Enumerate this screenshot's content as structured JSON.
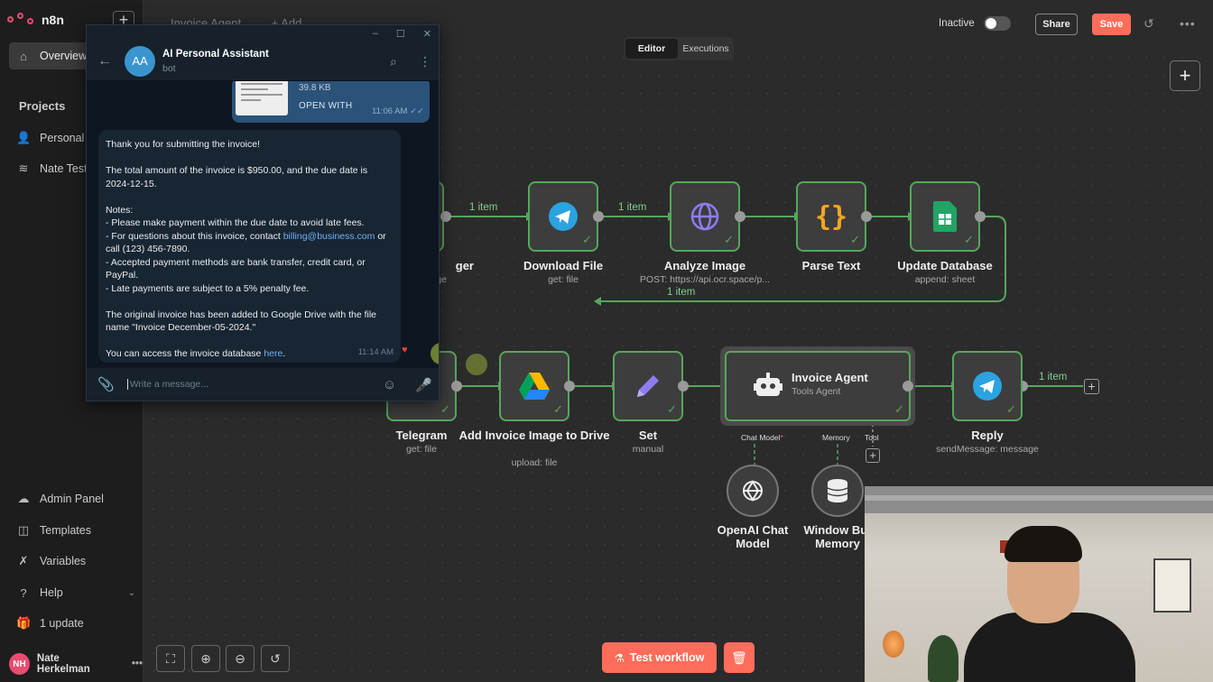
{
  "app": {
    "brand": "n8n"
  },
  "sidebar": {
    "items": [
      {
        "label": "Overview",
        "icon": "home-icon"
      },
      {
        "label": "Personal",
        "icon": "user-icon"
      },
      {
        "label": "Nate Testi",
        "icon": "layers-icon"
      },
      {
        "label": "Admin Panel",
        "icon": "cloud-icon"
      },
      {
        "label": "Templates",
        "icon": "templates-icon"
      },
      {
        "label": "Variables",
        "icon": "variables-icon"
      },
      {
        "label": "Help",
        "icon": "help-icon"
      },
      {
        "label": "1 update",
        "icon": "gift-icon"
      }
    ],
    "projects_label": "Projects",
    "user": {
      "initials": "NH",
      "name": "Nate Herkelman"
    }
  },
  "topbar": {
    "workflow_title": "Invoice Agent",
    "tag_hint": "+ Add",
    "status_label": "Inactive",
    "share_label": "Share",
    "save_label": "Save",
    "tabs": [
      {
        "label": "Editor",
        "active": true
      },
      {
        "label": "Executions",
        "active": false
      }
    ]
  },
  "workflow": {
    "row1": [
      {
        "label": "ger",
        "sub": "ge"
      },
      {
        "label": "Download File",
        "sub": "get: file"
      },
      {
        "label": "Analyze Image",
        "sub": "POST: https://api.ocr.space/p..."
      },
      {
        "label": "Parse Text",
        "sub": ""
      },
      {
        "label": "Update Database",
        "sub": "append: sheet"
      }
    ],
    "row2": [
      {
        "label": "Telegram",
        "sub": "get: file"
      },
      {
        "label": "Add Invoice Image to Drive",
        "sub": "upload: file"
      },
      {
        "label": "Set",
        "sub": "manual"
      },
      {
        "label": "Reply",
        "sub": "sendMessage: message"
      }
    ],
    "agent": {
      "title": "Invoice Agent",
      "subtitle": "Tools Agent",
      "ports": [
        "Chat Model",
        "Memory",
        "Tool"
      ],
      "required_mark": "*"
    },
    "subnodes": [
      {
        "label": "OpenAI Chat Model"
      },
      {
        "label": "Window Buf Memory"
      }
    ],
    "edge_labels": [
      "1 item",
      "1 item",
      "1 item",
      "1 item"
    ]
  },
  "controls": {
    "test_label": "Test workflow"
  },
  "telegram": {
    "chat_name": "AI Personal Assistant",
    "avatar_initials": "AA",
    "status": "bot",
    "file": {
      "size": "39.8 KB",
      "open_label": "OPEN WITH",
      "time": "11:06 AM"
    },
    "message": {
      "line1": "Thank you for submitting the invoice!",
      "line2": "The total amount of the invoice is $950.00, and the due date is 2024-12-15.",
      "notes_title": "Notes:",
      "note1": "- Please make payment within the due date to avoid late fees.",
      "note2_pre": "- For questions about this invoice, contact ",
      "note2_link": "billing@business.com",
      "note2_post": " or call (123) 456-7890.",
      "note3": "- Accepted payment methods are bank transfer, credit card, or PayPal.",
      "note4": "- Late payments are subject to a 5% penalty fee.",
      "drive_line": "The original invoice has been added to Google Drive with the file name \"Invoice December-05-2024.\"",
      "access_pre": "You can access the invoice database ",
      "access_link": "here",
      "access_post": ".",
      "time": "11:14 AM"
    },
    "input_placeholder": "Write a message..."
  },
  "colors": {
    "accent": "#ff6d5a",
    "success": "#56a65d",
    "telegram_bg": "#0e1621"
  }
}
